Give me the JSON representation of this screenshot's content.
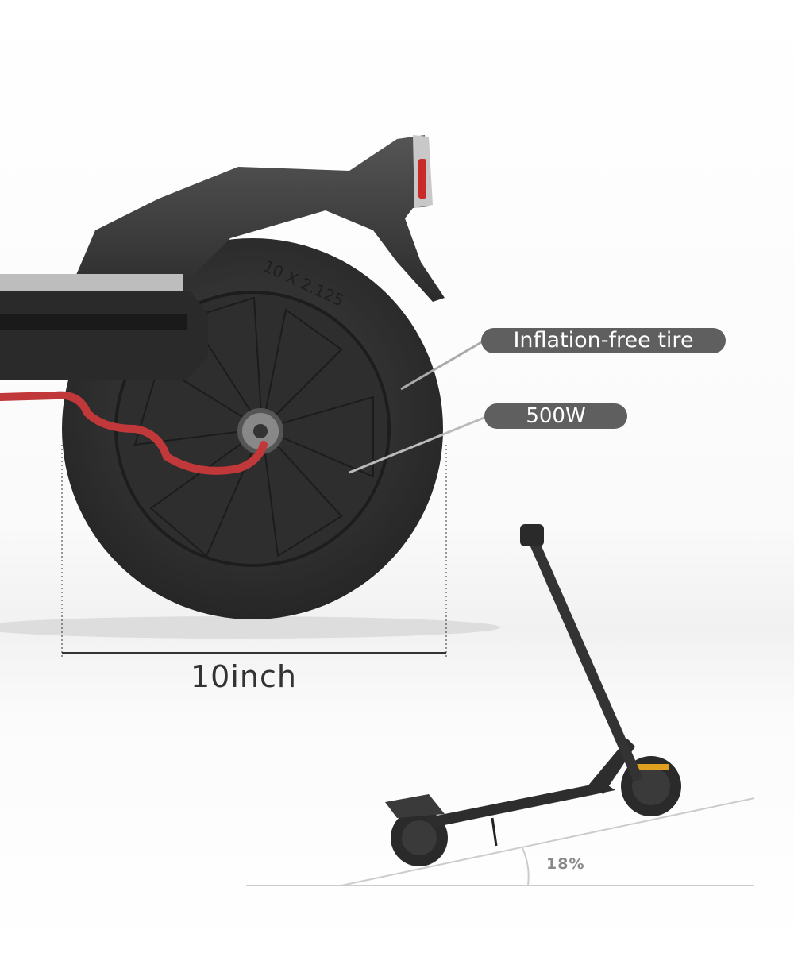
{
  "callouts": {
    "tire": "Inflation-free tire",
    "motor": "500W"
  },
  "dimension": {
    "wheel_size": "10inch"
  },
  "tire_marking": "10 X 2.125",
  "slope": {
    "grade": "18%"
  },
  "colors": {
    "label_bg": "#5f5f5f",
    "cable": "#c0383a",
    "body": "#2a2a2a"
  }
}
